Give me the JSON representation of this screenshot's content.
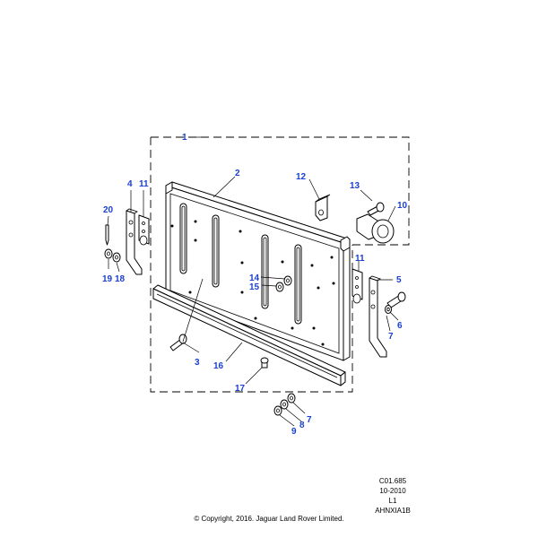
{
  "callouts": {
    "c1": "1",
    "c2": "2",
    "c3": "3",
    "c4": "4",
    "c5": "5",
    "c6": "6",
    "c7a": "7",
    "c7b": "7",
    "c8": "8",
    "c9": "9",
    "c10": "10",
    "c11a": "11",
    "c11b": "11",
    "c12": "12",
    "c13": "13",
    "c14": "14",
    "c15": "15",
    "c16": "16",
    "c17": "17",
    "c18": "18",
    "c19": "19",
    "c20": "20"
  },
  "reference": {
    "code": "C01.685",
    "date": "10-2010",
    "level": "L1",
    "illustration_id": "AHNXIA1B"
  },
  "footer": {
    "copyright": "© Copyright, 2016. Jaguar Land Rover Limited."
  },
  "colors": {
    "callout_text": "#1a3fd1",
    "line_art": "#000000",
    "background": "#ffffff"
  }
}
